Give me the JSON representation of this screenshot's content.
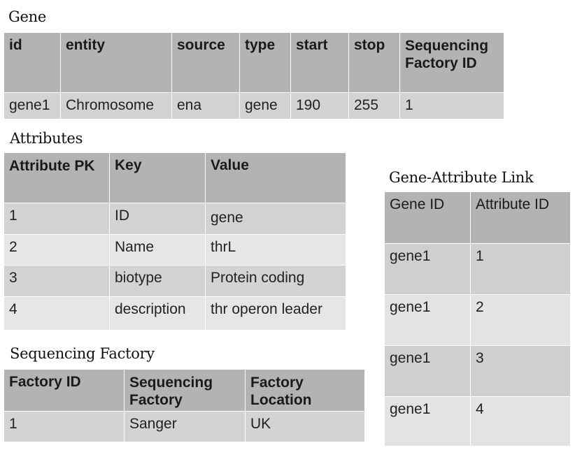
{
  "gene": {
    "title": "Gene",
    "headers": [
      "id",
      "entity",
      "source",
      "type",
      "start",
      "stop",
      "Sequencing Factory ID"
    ],
    "rows": [
      [
        "gene1",
        "Chromosome",
        "ena",
        "gene",
        "190",
        "255",
        "1"
      ]
    ]
  },
  "attributes": {
    "title": "Attributes",
    "headers": [
      "Attribute PK",
      "Key",
      "Value"
    ],
    "rows": [
      [
        "1",
        "ID",
        "gene"
      ],
      [
        "2",
        "Name",
        "thrL"
      ],
      [
        "3",
        "biotype",
        "Protein coding"
      ],
      [
        "4",
        "description",
        "thr operon leader"
      ]
    ]
  },
  "factory": {
    "title": "Sequencing Factory",
    "headers": [
      "Factory ID",
      "Sequencing Factory",
      "Factory Location"
    ],
    "rows": [
      [
        "1",
        "Sanger",
        "UK"
      ]
    ]
  },
  "link": {
    "title": "Gene-Attribute Link",
    "headers": [
      "Gene ID",
      "Attribute ID"
    ],
    "rows": [
      [
        "gene1",
        "1"
      ],
      [
        "gene1",
        "2"
      ],
      [
        "gene1",
        "3"
      ],
      [
        "gene1",
        "4"
      ]
    ]
  }
}
